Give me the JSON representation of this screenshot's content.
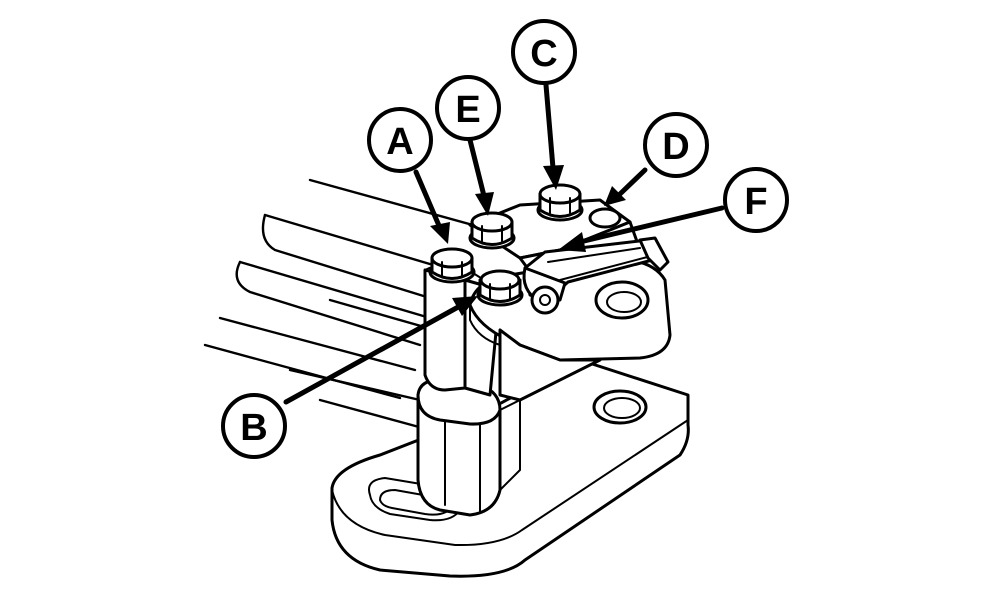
{
  "diagram": {
    "callouts": [
      {
        "id": "A",
        "label": "A"
      },
      {
        "id": "B",
        "label": "B"
      },
      {
        "id": "C",
        "label": "C"
      },
      {
        "id": "D",
        "label": "D"
      },
      {
        "id": "E",
        "label": "E"
      },
      {
        "id": "F",
        "label": "F"
      }
    ],
    "colors": {
      "line": "#000000",
      "background": "#ffffff"
    }
  }
}
